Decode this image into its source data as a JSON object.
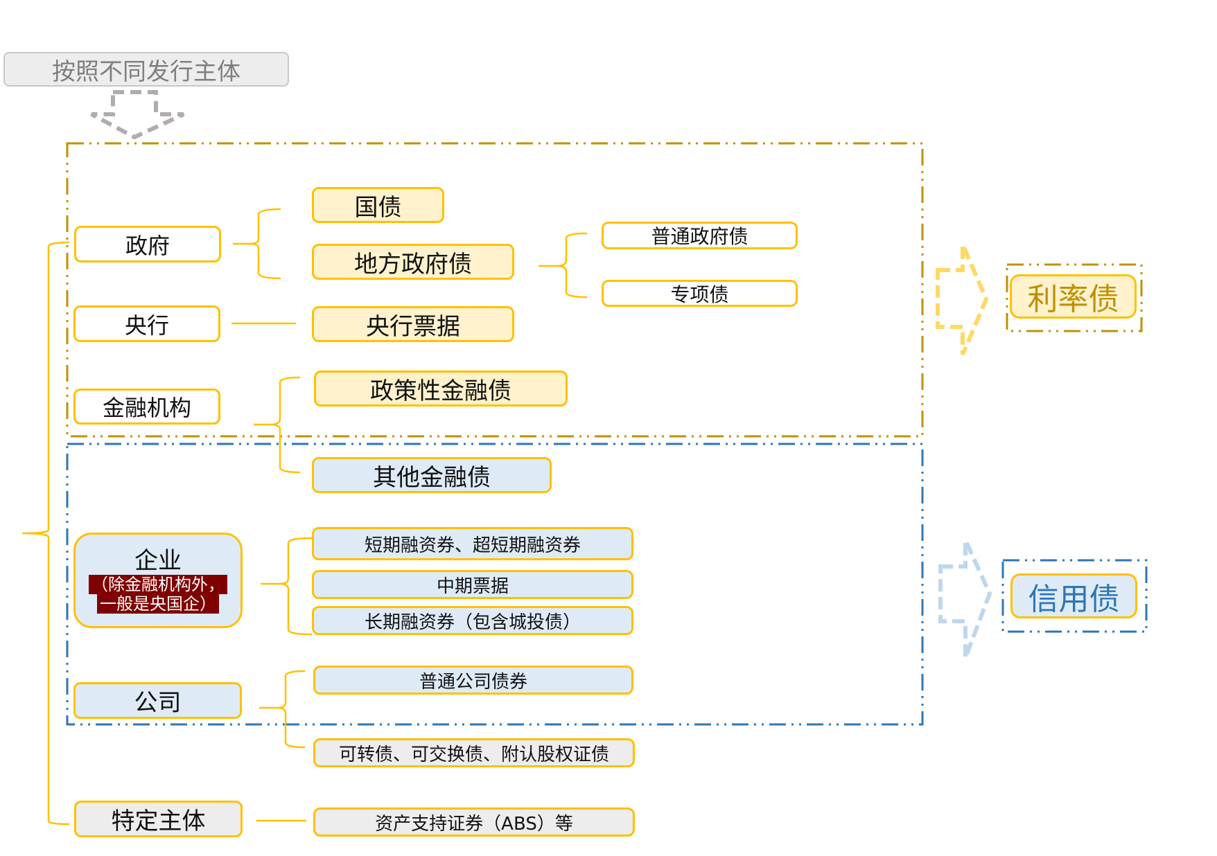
{
  "header": {
    "title": "按照不同发行主体"
  },
  "issuers": {
    "government": "政府",
    "central_bank": "央行",
    "financial_institution": "金融机构",
    "enterprise": {
      "title": "企业",
      "note_line1": "（除金融机构外，",
      "note_line2": "一般是央国企）"
    },
    "company": "公司",
    "specific_entity": "特定主体"
  },
  "bonds": {
    "treasury": "国债",
    "local_government": "地方政府债",
    "central_bank_bill": "央行票据",
    "policy_financial": "政策性金融债",
    "other_financial": "其他金融债",
    "short_term": "短期融资券、超短期融资券",
    "medium_term_note": "中期票据",
    "long_term": "长期融资券（包含城投债）",
    "corporate": "普通公司债券",
    "convertible": "可转债、可交换债、附认股权证债",
    "abs": "资产支持证券（ABS）等"
  },
  "local_government_types": {
    "general": "普通政府债",
    "special": "专项债"
  },
  "categories": {
    "rate_bond": "利率债",
    "credit_bond": "信用债"
  },
  "colors": {
    "rate_frame": "#BF9000",
    "credit_frame": "#2E75B6",
    "box_border": "#FFC000",
    "rate_fill": "#FFF2CC",
    "credit_fill": "#DEEBF7",
    "other_fill": "#EDEDED",
    "note_fill": "#7F0000"
  }
}
